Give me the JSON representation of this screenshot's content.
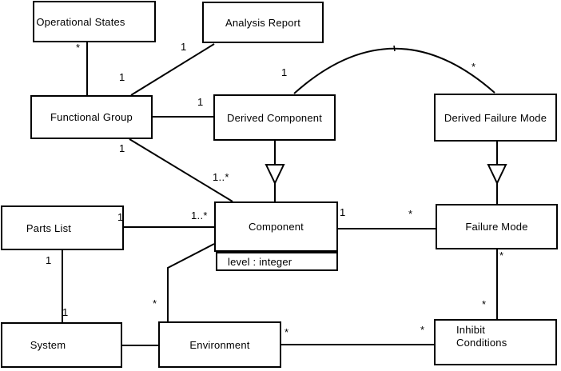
{
  "diagram_type": "uml-class-diagram",
  "colors": {
    "line": "#000000",
    "box_fill": "#ffffff",
    "background": "#ffffff",
    "text": "#000000"
  },
  "classes": {
    "operational_states": {
      "name": "Operational States"
    },
    "analysis_report": {
      "name": "Analysis Report"
    },
    "functional_group": {
      "name": "Functional Group"
    },
    "derived_component": {
      "name": "Derived Component"
    },
    "derived_failure_mode": {
      "name": "Derived Failure Mode"
    },
    "component": {
      "name": "Component",
      "attribute": "level : integer"
    },
    "parts_list": {
      "name": "Parts List"
    },
    "failure_mode": {
      "name": "Failure Mode"
    },
    "system": {
      "name": "System"
    },
    "environment": {
      "name": "Environment"
    },
    "inhibit_conditions": {
      "name": "Inhibit Conditions",
      "name_multiline": "Inhibit\nConditions"
    }
  },
  "relationships": [
    {
      "type": "association",
      "between": [
        "operational_states",
        "functional_group"
      ],
      "multiplicities": {
        "operational_states": "*",
        "functional_group": "1"
      }
    },
    {
      "type": "association",
      "between": [
        "analysis_report",
        "functional_group"
      ],
      "multiplicities": {
        "analysis_report": "1"
      }
    },
    {
      "type": "association",
      "between": [
        "functional_group",
        "derived_component"
      ],
      "multiplicities": {
        "derived_component": "1"
      }
    },
    {
      "type": "association",
      "between": [
        "functional_group",
        "component"
      ],
      "multiplicities": {
        "functional_group": "1",
        "component": "1..*"
      }
    },
    {
      "type": "association",
      "between": [
        "derived_component",
        "derived_failure_mode"
      ],
      "multiplicities": {
        "derived_component": "1",
        "derived_failure_mode": "*"
      }
    },
    {
      "type": "generalization",
      "between": [
        "derived_component",
        "component"
      ],
      "multiplicities": {}
    },
    {
      "type": "association",
      "between": [
        "parts_list",
        "component"
      ],
      "multiplicities": {
        "parts_list": "1",
        "component": "1..*"
      }
    },
    {
      "type": "association",
      "between": [
        "component",
        "failure_mode"
      ],
      "multiplicities": {
        "component": "1",
        "failure_mode": "*"
      }
    },
    {
      "type": "association",
      "between": [
        "parts_list",
        "system"
      ],
      "multiplicities": {
        "parts_list": "1",
        "system": "1"
      }
    },
    {
      "type": "association",
      "between": [
        "system",
        "environment"
      ],
      "multiplicities": {}
    },
    {
      "type": "association",
      "between": [
        "environment",
        "component"
      ],
      "multiplicities": {
        "environment": "*"
      }
    },
    {
      "type": "association",
      "between": [
        "environment",
        "inhibit_conditions"
      ],
      "multiplicities": {
        "environment": "*",
        "inhibit_conditions": "*"
      }
    },
    {
      "type": "association",
      "between": [
        "failure_mode",
        "inhibit_conditions"
      ],
      "multiplicities": {
        "failure_mode": "*",
        "inhibit_conditions": "*"
      }
    },
    {
      "type": "generalization",
      "between": [
        "derived_failure_mode",
        "failure_mode"
      ],
      "multiplicities": {}
    }
  ]
}
